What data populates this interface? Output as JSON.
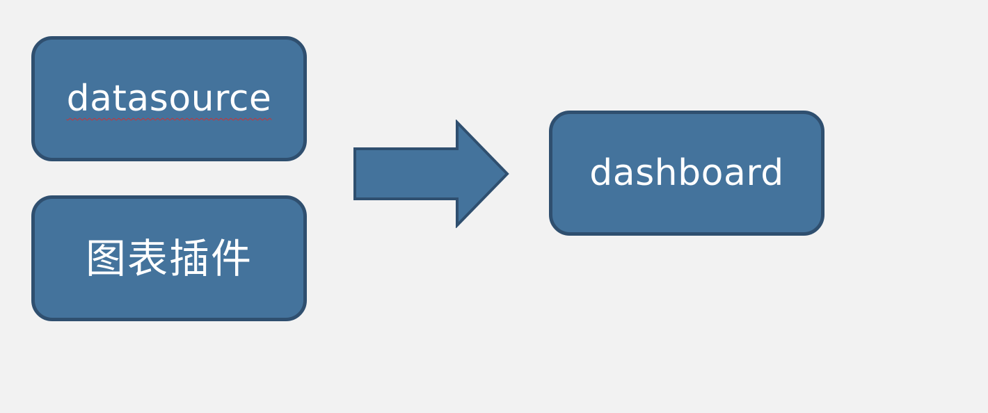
{
  "diagram": {
    "nodes": {
      "datasource": {
        "label": "datasource"
      },
      "chart_plugin": {
        "label": "图表插件"
      },
      "dashboard": {
        "label": "dashboard"
      }
    },
    "edges": [
      {
        "from": [
          "datasource",
          "chart_plugin"
        ],
        "to": "dashboard",
        "style": "block-arrow"
      }
    ],
    "colors": {
      "background": "#f2f2f2",
      "node_fill": "#44739c",
      "node_border": "#2f4f6f",
      "node_text": "#ffffff",
      "arrow_fill": "#44739c",
      "arrow_border": "#2f4f6f",
      "spellcheck_underline": "#d03030"
    }
  }
}
